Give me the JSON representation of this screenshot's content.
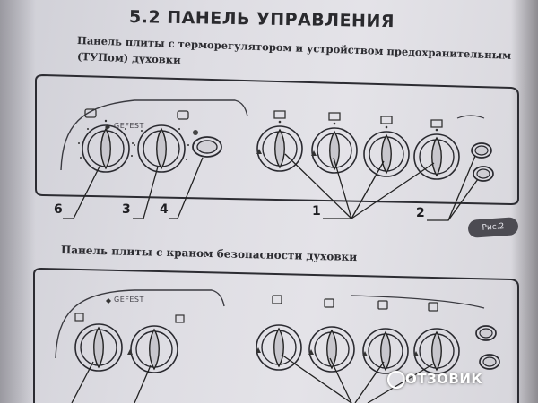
{
  "section_title": "5.2 ПАНЕЛЬ УПРАВЛЕНИЯ",
  "panel1": {
    "caption_line1": "Панель плиты с терморегулятором и устройством предохранительным",
    "caption_line2": "(ТУПом) духовки",
    "brand": "GEFEST",
    "figure_label": "Рис.2",
    "callouts": [
      "6",
      "3",
      "4",
      "1",
      "2"
    ]
  },
  "panel2": {
    "caption": "Панель плиты с краном безопасности духовки",
    "brand": "GEFEST"
  },
  "watermark": "ОТЗОВИК"
}
